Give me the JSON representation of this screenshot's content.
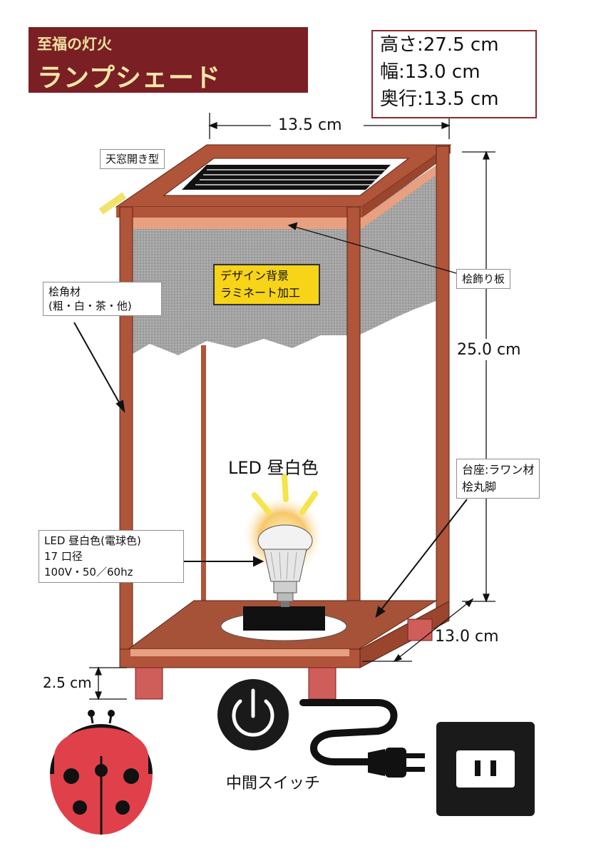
{
  "title": {
    "line1": "至福の灯火",
    "line2": "ランプシェード"
  },
  "dimensions_box": {
    "height": "高さ:27.5 cm",
    "width": "幅:13.0 cm",
    "depth": "奥行:13.5 cm"
  },
  "measures": {
    "top_width": "13.5 cm",
    "side_height": "25.0 cm",
    "bottom_depth": "13.0 cm",
    "leg_height": "2.5 cm"
  },
  "labels": {
    "skylight": "天窓開き型",
    "corner_wood_line1": "桧角材",
    "corner_wood_line2": "(粗・白・茶・他)",
    "deco_board": "桧飾り板",
    "design_line1": "デザイン背景",
    "design_line2": "ラミネート加工",
    "led_title": "LED 昼白色",
    "bulb_line1": "LED 昼白色(電球色)",
    "bulb_line2": "17 口径",
    "bulb_line3": "100V・50／60hz",
    "base_line1": "台座:ラワン材",
    "base_line2": "桧丸脚",
    "switch": "中間スイッチ"
  },
  "colors": {
    "wood": "#b0543a",
    "wood_light": "#e8a080",
    "title_bg": "#7a1f24",
    "gray_panel": "#9c9c9c",
    "yellow": "#f7d418",
    "ladybug": "#e0404a"
  }
}
